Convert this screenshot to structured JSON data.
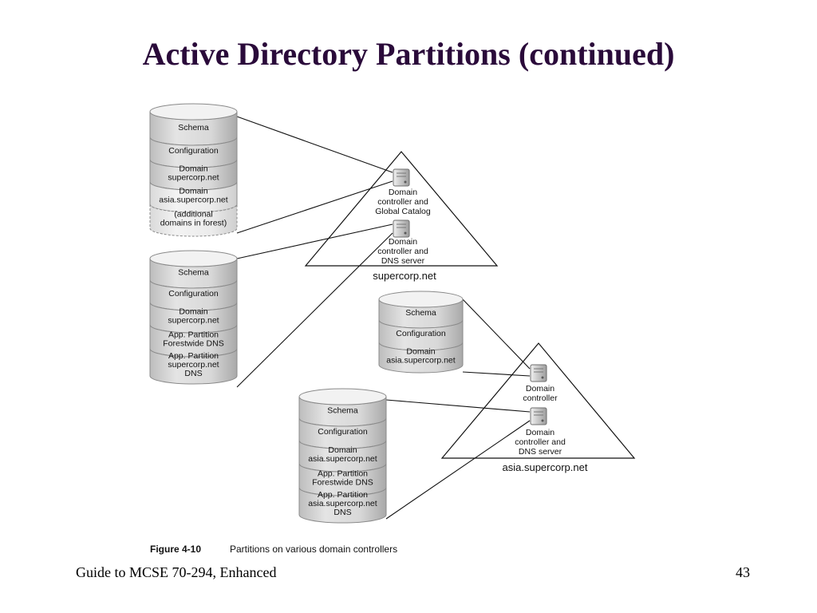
{
  "slide": {
    "title": "Active Directory Partitions (continued)",
    "footer_left": "Guide to MCSE 70-294, Enhanced",
    "page_number": "43"
  },
  "figure": {
    "number": "Figure 4-10",
    "caption": "Partitions on various domain controllers"
  },
  "databases": [
    {
      "partitions": [
        {
          "lines": [
            "Schema"
          ],
          "style": "solid"
        },
        {
          "lines": [
            "Configuration"
          ],
          "style": "solid"
        },
        {
          "lines": [
            "Domain",
            "supercorp.net"
          ],
          "style": "solid"
        },
        {
          "lines": [
            "Domain",
            "asia.supercorp.net"
          ],
          "style": "light"
        },
        {
          "lines": [
            "(additional",
            "domains in forest)"
          ],
          "style": "dashed"
        }
      ]
    },
    {
      "partitions": [
        {
          "lines": [
            "Schema"
          ],
          "style": "solid"
        },
        {
          "lines": [
            "Configuration"
          ],
          "style": "solid"
        },
        {
          "lines": [
            "Domain",
            "supercorp.net"
          ],
          "style": "solid"
        },
        {
          "lines": [
            "App. Partition",
            "Forestwide DNS"
          ],
          "style": "solid"
        },
        {
          "lines": [
            "App. Partition",
            "supercorp.net",
            "DNS"
          ],
          "style": "solid"
        }
      ]
    },
    {
      "partitions": [
        {
          "lines": [
            "Schema"
          ],
          "style": "solid"
        },
        {
          "lines": [
            "Configuration"
          ],
          "style": "solid"
        },
        {
          "lines": [
            "Domain",
            "asia.supercorp.net"
          ],
          "style": "solid"
        }
      ]
    },
    {
      "partitions": [
        {
          "lines": [
            "Schema"
          ],
          "style": "solid"
        },
        {
          "lines": [
            "Configuration"
          ],
          "style": "solid"
        },
        {
          "lines": [
            "Domain",
            "asia.supercorp.net"
          ],
          "style": "solid"
        },
        {
          "lines": [
            "App. Partition",
            "Forestwide DNS"
          ],
          "style": "solid"
        },
        {
          "lines": [
            "App. Partition",
            "asia.supercorp.net",
            "DNS"
          ],
          "style": "solid"
        }
      ]
    }
  ],
  "sites": [
    {
      "label": "supercorp.net"
    },
    {
      "label": "asia.supercorp.net"
    }
  ],
  "servers": [
    {
      "lines": [
        "Domain",
        "controller and",
        "Global Catalog"
      ]
    },
    {
      "lines": [
        "Domain",
        "controller and",
        "DNS server"
      ]
    },
    {
      "lines": [
        "Domain",
        "controller"
      ]
    },
    {
      "lines": [
        "Domain",
        "controller and",
        "DNS server"
      ]
    }
  ],
  "colors": {
    "title": "#2a0a3a",
    "cylinder_fill": "#d6d6d6",
    "cylinder_light": "#ebebeb",
    "cylinder_stroke": "#8a8a8a",
    "line": "#111111"
  }
}
